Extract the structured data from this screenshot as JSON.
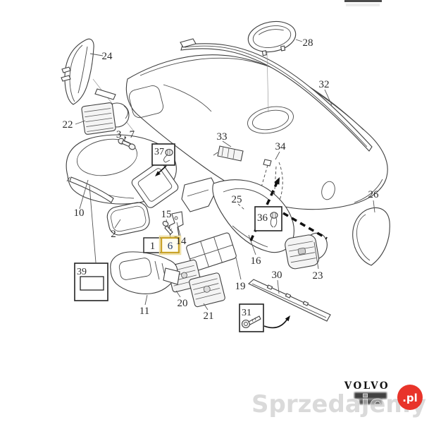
{
  "page": {
    "background_color": "#ffffff",
    "type": "exploded-parts-diagram",
    "subject": "Volvo dashboard / instrument panel exploded view"
  },
  "diagram": {
    "line_color": "#3f3f3f",
    "part_labels": [
      {
        "part": "24",
        "text": "24"
      },
      {
        "part": "22",
        "text": "22"
      },
      {
        "part": "3-7",
        "text": "3 , 7"
      },
      {
        "part": "28",
        "text": "28"
      },
      {
        "part": "32",
        "text": "32"
      },
      {
        "part": "26",
        "text": "26"
      },
      {
        "part": "33",
        "text": "33"
      },
      {
        "part": "34",
        "text": "34"
      },
      {
        "part": "25",
        "text": "25"
      },
      {
        "part": "10",
        "text": "10"
      },
      {
        "part": "2",
        "text": "2"
      },
      {
        "part": "15",
        "text": "15"
      },
      {
        "part": "14",
        "text": "14"
      },
      {
        "part": "16",
        "text": "16"
      },
      {
        "part": "19",
        "text": "19"
      },
      {
        "part": "30",
        "text": "30"
      },
      {
        "part": "23",
        "text": "23"
      },
      {
        "part": "20",
        "text": "20"
      },
      {
        "part": "21",
        "text": "21"
      },
      {
        "part": "11",
        "text": "11"
      }
    ],
    "callout_boxes": [
      {
        "id": "37",
        "text": "37",
        "icon": "clip-fastener-icon"
      },
      {
        "id": "36",
        "text": "36",
        "icon": "clip-fastener-icon"
      },
      {
        "id": "39",
        "text": "39",
        "icon": "blank-plate"
      },
      {
        "id": "31",
        "text": "31",
        "icon": "bolt-icon"
      }
    ],
    "selection_boxes": [
      {
        "id": "1",
        "text": "1",
        "highlighted": false
      },
      {
        "id": "6",
        "text": "6",
        "highlighted": true,
        "highlight_color": "#c9a227",
        "text_color": "#1f3864"
      }
    ]
  },
  "branding": {
    "wordmark": "VOLVO"
  },
  "watermark": {
    "text": "Sprzedajemy",
    "badge": ".pl",
    "badge_color": "#e8342a"
  }
}
